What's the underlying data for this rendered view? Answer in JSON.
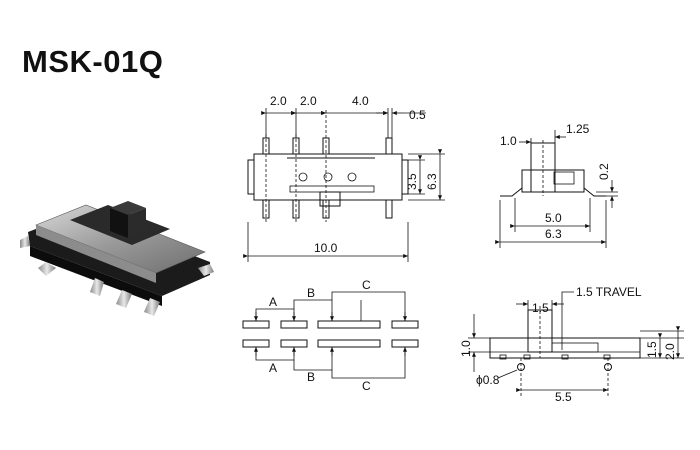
{
  "title": "MSK-01Q",
  "front_view": {
    "dim_top": [
      "2.0",
      "2.0",
      "4.0",
      "0.5"
    ],
    "dim_right_inner": "3.5",
    "dim_right_outer": "6.3",
    "dim_bottom": "10.0"
  },
  "side_view": {
    "dim_left": "1.0",
    "dim_right": "1.25",
    "dim_offset": "0.2",
    "dim_inner": "5.0",
    "dim_outer": "6.3"
  },
  "pad_layout": {
    "labels_top": [
      "A",
      "B",
      "C"
    ],
    "labels_bottom": [
      "A",
      "B",
      "C"
    ]
  },
  "travel_view": {
    "dim_actuator": "1.5",
    "travel_label": "1.5 TRAVEL",
    "dim_height_left": "1.0",
    "dim_peg": "ϕ0.8",
    "dim_pitch": "5.5",
    "dim_right_inner": "1.5",
    "dim_right_outer": "2.0"
  }
}
